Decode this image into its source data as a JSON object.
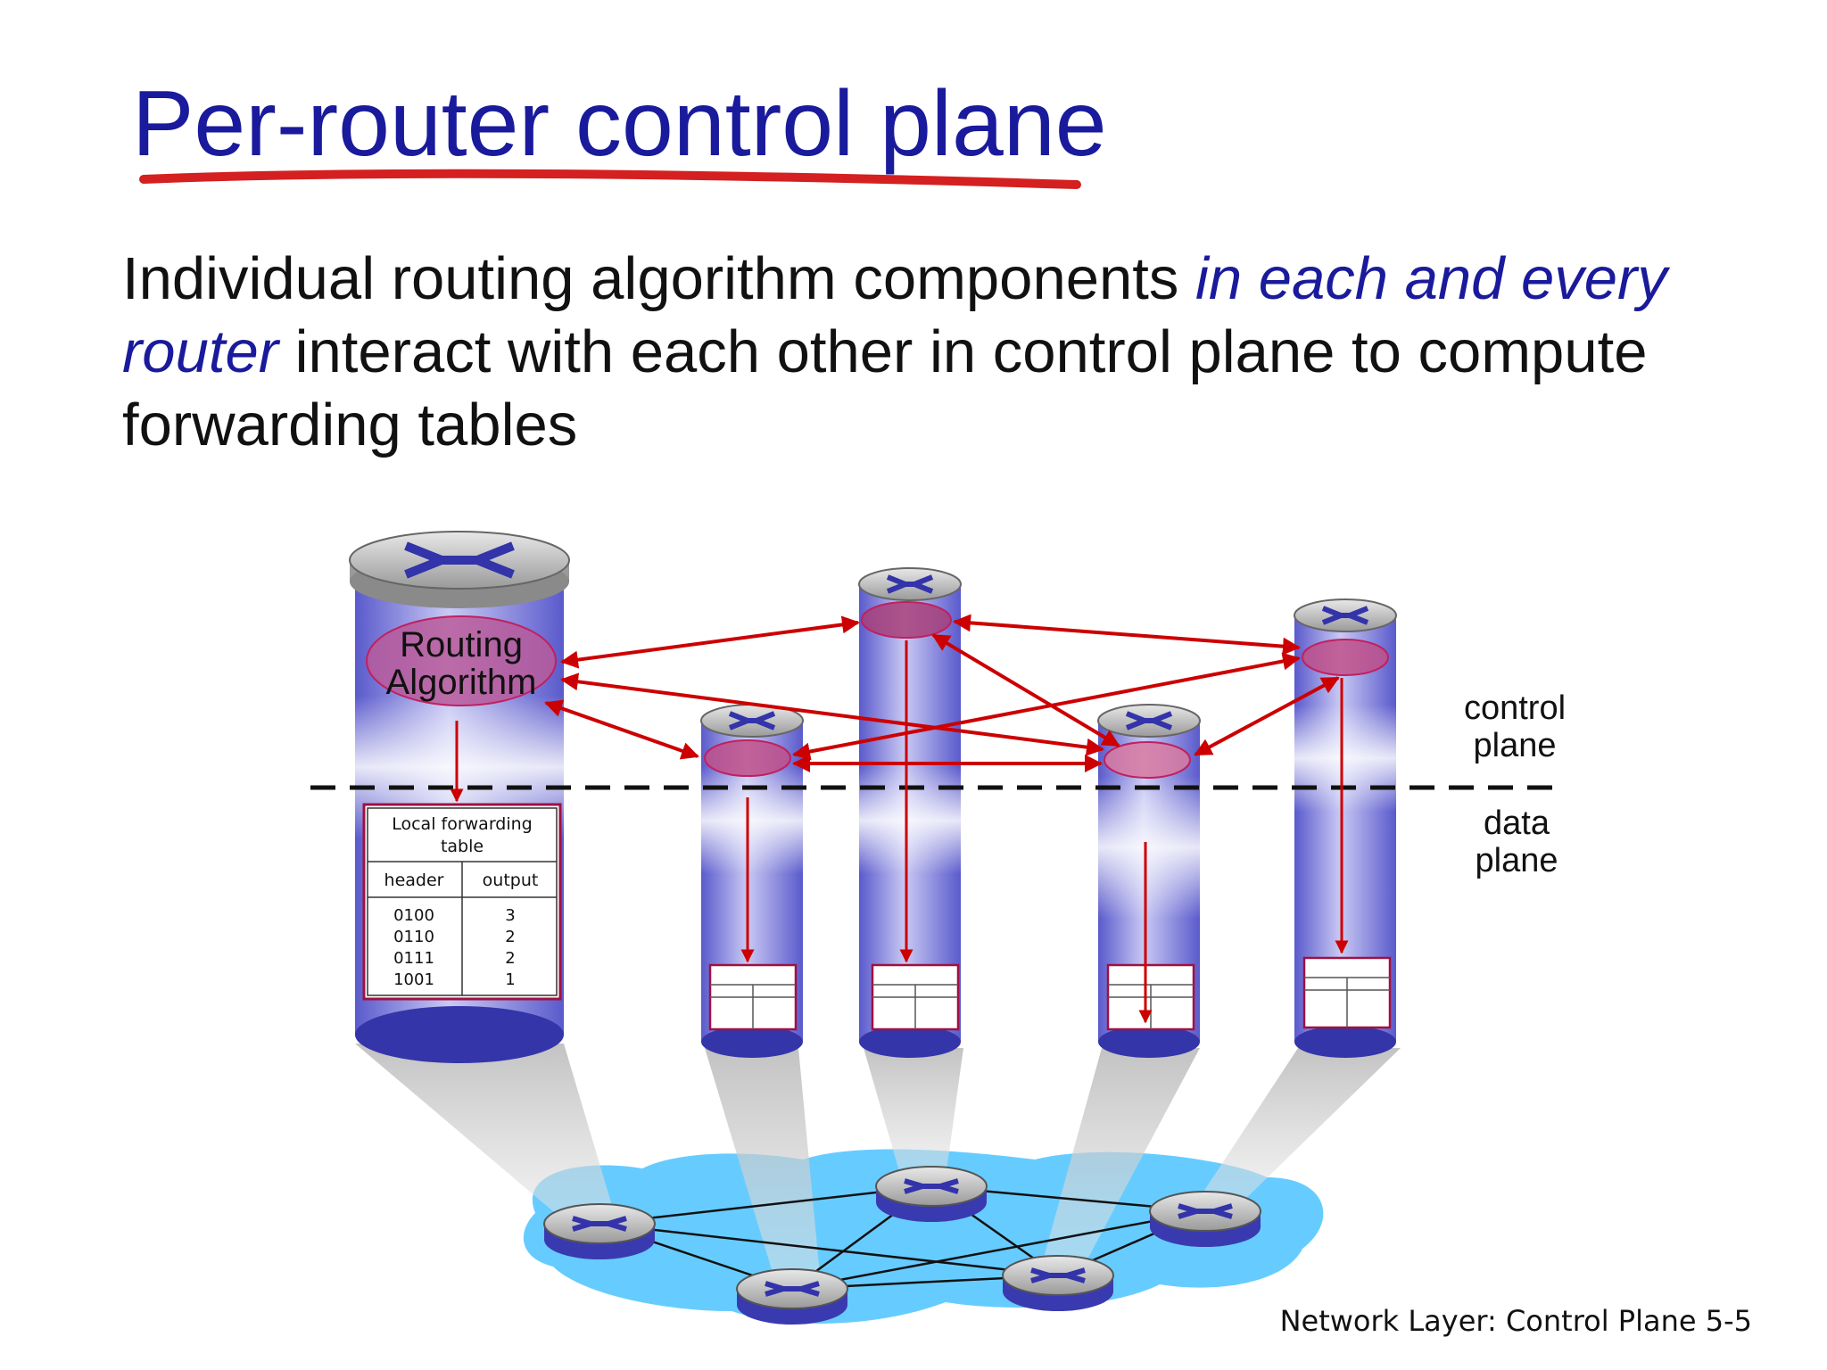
{
  "slide": {
    "title": "Per-router control plane",
    "body": {
      "part1": "Individual routing algorithm components ",
      "emphasis": "in each and every router",
      "part2": " interact with each other in control plane to compute forwarding tables"
    },
    "footer": "Network Layer: Control Plane  5-5"
  },
  "diagram": {
    "routing_label_line1": "Routing",
    "routing_label_line2": "Algorithm",
    "control_plane_line1": "control",
    "control_plane_line2": "plane",
    "data_plane_line1": "data",
    "data_plane_line2": "plane",
    "forwarding_table": {
      "title_line1": "Local forwarding",
      "title_line2": "table",
      "col_header": "header",
      "col_output": "output",
      "headers": [
        "0100",
        "0110",
        "0111",
        "1001"
      ],
      "outputs": [
        "3",
        "2",
        "2",
        "1"
      ]
    }
  },
  "colors": {
    "title": "#1a1a9c",
    "arrow": "#cc0000",
    "cloud": "#66ccff",
    "router_blue": "#3333aa"
  }
}
